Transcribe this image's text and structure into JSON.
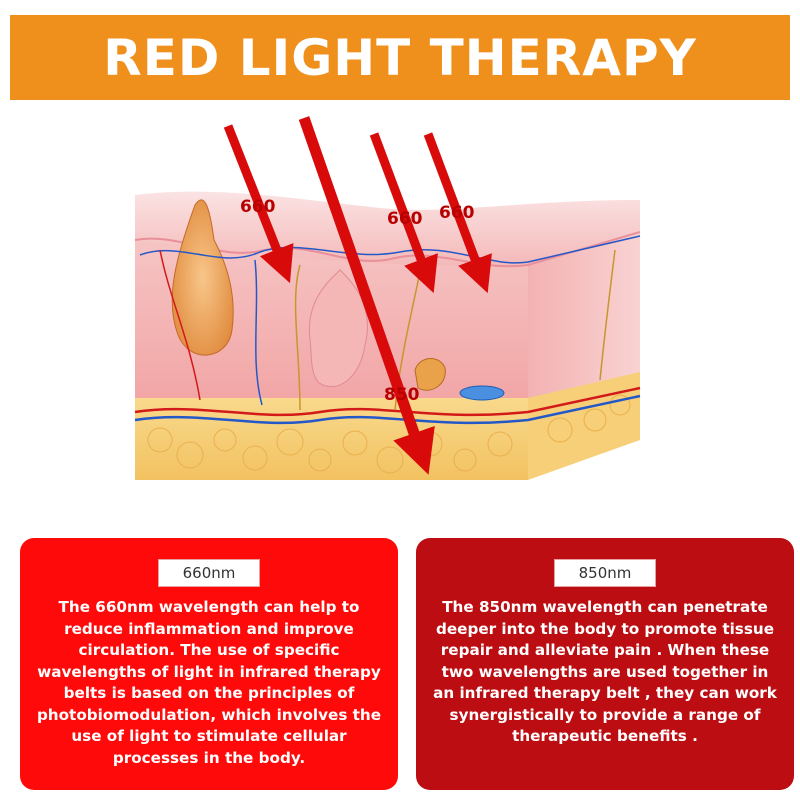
{
  "header": {
    "title": "RED LIGHT THERAPY"
  },
  "diagram": {
    "arrow_labels": [
      "660",
      "660",
      "660",
      "850"
    ]
  },
  "cards": [
    {
      "badge": "660nm",
      "text": "The 660nm wavelength can help to reduce inflammation and improve circulation. The use of specific wavelengths of light in infrared therapy belts is based on the principles of photobiomodulation, which involves the use of light to stimulate cellular processes in the body."
    },
    {
      "badge": "850nm",
      "text": "The 850nm wavelength can penetrate deeper into the body to promote tissue repair and alleviate pain . When these two wavelengths are used together in an infrared therapy belt , they can work synergistically to provide a range of therapeutic benefits ."
    }
  ],
  "colors": {
    "banner": "#f0901c",
    "card_660": "#ff0a0a",
    "card_850": "#bc0e12",
    "arrow": "#d80a0a"
  }
}
